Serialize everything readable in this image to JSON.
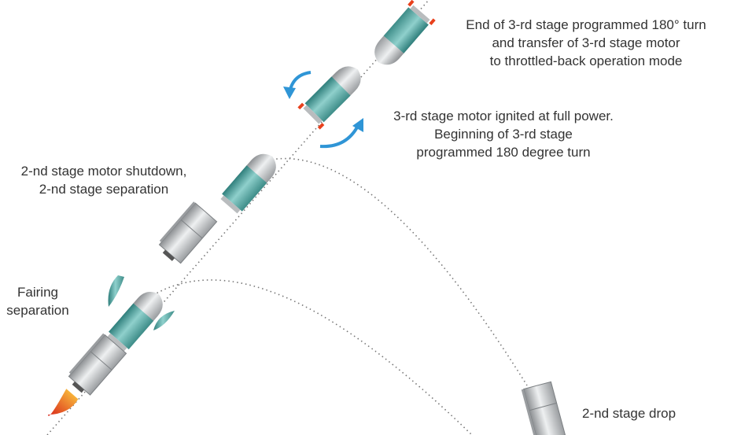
{
  "labels": {
    "end_turn": [
      "End of 3-rd stage programmed 180° turn",
      "and transfer of 3-rd stage motor",
      "to throttled-back operation mode"
    ],
    "ignition": [
      "3-rd stage motor ignited at full power.",
      "Beginning of 3-rd stage",
      "programmed 180 degree turn"
    ],
    "shutdown": [
      "2-nd stage motor shutdown,",
      "2-nd stage separation"
    ],
    "fairing": [
      "Fairing",
      "separation"
    ],
    "drop": [
      "2-nd stage drop"
    ]
  },
  "colors": {
    "teal": "#5aa8a4",
    "body": "#c8cacc",
    "flame": "#e8401c",
    "arrow": "#2f95d6",
    "text": "#333333"
  }
}
